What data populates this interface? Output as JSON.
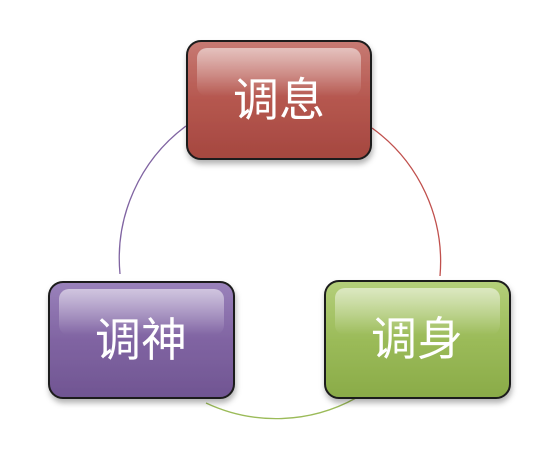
{
  "diagram": {
    "type": "cycle",
    "nodes": [
      {
        "id": "breath",
        "label": "调息",
        "color": "#b5574f"
      },
      {
        "id": "body",
        "label": "调身",
        "color": "#9bbb59"
      },
      {
        "id": "mind",
        "label": "调神",
        "color": "#8064a2"
      }
    ]
  }
}
